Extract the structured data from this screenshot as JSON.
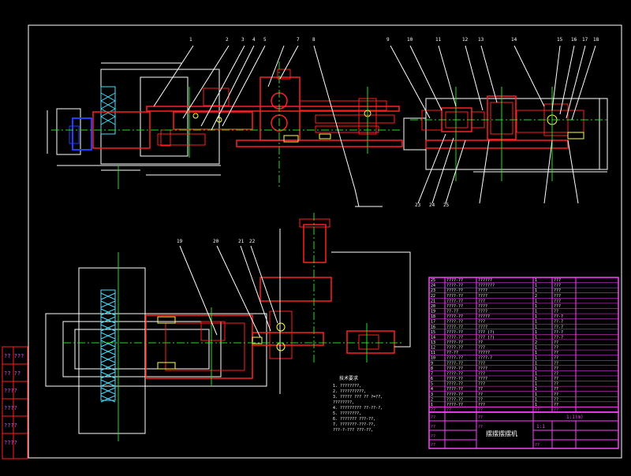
{
  "colors": {
    "background": "#000000",
    "frame": "#ffffff",
    "part": "#ff2020",
    "centerline": "#20e020",
    "leader": "#ffffff",
    "detail": "#ffff40",
    "motor": "#2040ff",
    "titleblock": "#ff40ff",
    "text": "#ffffff"
  },
  "drawing": {
    "title": "摆摆摆摆机",
    "scale": "1:1",
    "sheet": "1:1(m)"
  },
  "side_block_labels": [
    "?? ???",
    "?? ??",
    "????",
    "????",
    "????",
    "????"
  ],
  "top_balloons": [
    "1",
    "2",
    "3",
    "4",
    "5",
    "7",
    "8"
  ],
  "right_balloons": [
    "9",
    "10",
    "11",
    "12",
    "13",
    "14",
    "15",
    "16",
    "17",
    "18"
  ],
  "bottom_balloons": [
    "19",
    "20",
    "21",
    "22",
    "23",
    "24",
    "25"
  ],
  "tech_notes": {
    "heading": "技术要求",
    "lines": [
      "1. ????????,",
      "2. ??????????,",
      "3. ????? ??? ?? ?=??,",
      "   ????????,",
      "4. ????????? ??-??-?,",
      "5. ????????,",
      "6. ??????? ???-??,",
      "7. ???????-???-??,",
      "   ???-?-??? ???-??,"
    ]
  },
  "bom_rows": [
    {
      "no": "25",
      "code": "????-??",
      "name": "??????",
      "qty": "1",
      "mat": "???"
    },
    {
      "no": "24",
      "code": "????-??",
      "name": "???????",
      "qty": "1",
      "mat": "???"
    },
    {
      "no": "23",
      "code": "????-??",
      "name": "????",
      "qty": "1",
      "mat": "???"
    },
    {
      "no": "22",
      "code": "????-??",
      "name": "????",
      "qty": "2",
      "mat": "???"
    },
    {
      "no": "21",
      "code": "????-??",
      "name": "???",
      "qty": "1",
      "mat": "???"
    },
    {
      "no": "20",
      "code": "????-??",
      "name": "????",
      "qty": "1",
      "mat": "???"
    },
    {
      "no": "19",
      "code": "??-??",
      "name": "????",
      "qty": "1",
      "mat": "??"
    },
    {
      "no": "18",
      "code": "????-??",
      "name": "?????",
      "qty": "1",
      "mat": "??-?"
    },
    {
      "no": "17",
      "code": "????-??",
      "name": "???",
      "qty": "1",
      "mat": "??-?"
    },
    {
      "no": "16",
      "code": "????-??",
      "name": "????",
      "qty": "1",
      "mat": "??-?"
    },
    {
      "no": "15",
      "code": "????-??",
      "name": "??? (?)",
      "qty": "1",
      "mat": "??-?"
    },
    {
      "no": "14",
      "code": "????-??",
      "name": "??? (?)",
      "qty": "1",
      "mat": "??-?"
    },
    {
      "no": "13",
      "code": "????-??",
      "name": "??",
      "qty": "2",
      "mat": "??"
    },
    {
      "no": "12",
      "code": "????-??",
      "name": "???",
      "qty": "1",
      "mat": "??"
    },
    {
      "no": "11",
      "code": "??-??",
      "name": "?????",
      "qty": "1",
      "mat": "??"
    },
    {
      "no": "10",
      "code": "????-??",
      "name": "????-?",
      "qty": "1",
      "mat": "??"
    },
    {
      "no": "9",
      "code": "????-??",
      "name": "???",
      "qty": "1",
      "mat": "??"
    },
    {
      "no": "8",
      "code": "????-??",
      "name": "????",
      "qty": "1",
      "mat": "??"
    },
    {
      "no": "7",
      "code": "????-??",
      "name": "???",
      "qty": "1",
      "mat": "??"
    },
    {
      "no": "6",
      "code": "????-??",
      "name": "????",
      "qty": "1",
      "mat": "??"
    },
    {
      "no": "5",
      "code": "????-??",
      "name": "???",
      "qty": "1",
      "mat": "??"
    },
    {
      "no": "4",
      "code": "????-??",
      "name": "??",
      "qty": "1",
      "mat": "??"
    },
    {
      "no": "3",
      "code": "????-??",
      "name": "??",
      "qty": "1",
      "mat": "??"
    },
    {
      "no": "2",
      "code": "????-??",
      "name": "??",
      "qty": "1",
      "mat": "??"
    },
    {
      "no": "1",
      "code": "????-??",
      "name": "???",
      "qty": "1",
      "mat": "??"
    }
  ],
  "bom_header": {
    "no": "??",
    "code": "??",
    "name": "??",
    "qty": "??",
    "mat": "??"
  },
  "titleblock_cells": [
    "??",
    "??",
    "??",
    "??",
    "??",
    "??",
    "??"
  ]
}
